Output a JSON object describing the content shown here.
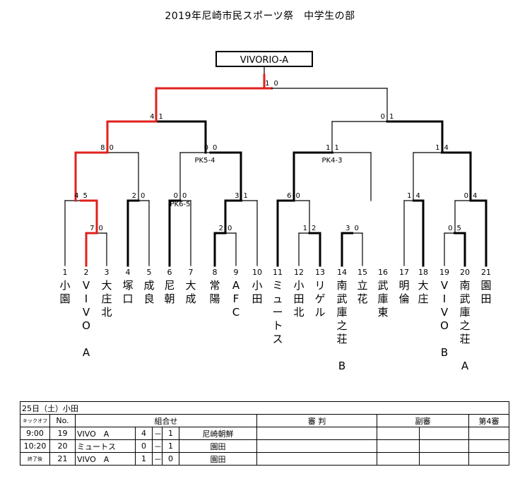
{
  "title": "2019年尼崎市民スポーツ祭　中学生の部",
  "champion": "VIVORIO-A",
  "colors": {
    "winner_path": "#e0201c",
    "line": "#000000",
    "winner_line": "#000000"
  },
  "teams": [
    {
      "no": "1",
      "name": "小園"
    },
    {
      "no": "2",
      "name": "VIVO　A"
    },
    {
      "no": "3",
      "name": "大庄北"
    },
    {
      "no": "4",
      "name": "塚口"
    },
    {
      "no": "5",
      "name": "成良"
    },
    {
      "no": "6",
      "name": "尼朝"
    },
    {
      "no": "7",
      "name": "大成"
    },
    {
      "no": "8",
      "name": "常陽"
    },
    {
      "no": "9",
      "name": "AFC"
    },
    {
      "no": "10",
      "name": "小田"
    },
    {
      "no": "11",
      "name": "ミュートス"
    },
    {
      "no": "12",
      "name": "小田北"
    },
    {
      "no": "13",
      "name": "リゲル"
    },
    {
      "no": "14",
      "name": "南武庫之荘　B"
    },
    {
      "no": "15",
      "name": "立花"
    },
    {
      "no": "16",
      "name": "武庫東"
    },
    {
      "no": "17",
      "name": "明倫"
    },
    {
      "no": "18",
      "name": "大庄"
    },
    {
      "no": "19",
      "name": "VIVO　B"
    },
    {
      "no": "20",
      "name": "南武庫之荘　A"
    },
    {
      "no": "21",
      "name": "園田"
    }
  ],
  "matches": [
    {
      "id": "m2v3",
      "left": "7",
      "right": "0",
      "winner": "left"
    },
    {
      "id": "m1vW",
      "left": "4",
      "right": "5",
      "winner": "right"
    },
    {
      "id": "m4v5",
      "left": "2",
      "right": "0",
      "winner": "left"
    },
    {
      "id": "mQF1",
      "left": "8",
      "right": "0",
      "winner": "left"
    },
    {
      "id": "m6v7",
      "left": "0",
      "right": "0",
      "winner": "left",
      "pk": "PK6-5"
    },
    {
      "id": "m8v9",
      "left": "2",
      "right": "0",
      "winner": "left"
    },
    {
      "id": "mW10",
      "left": "3",
      "right": "1",
      "winner": "left"
    },
    {
      "id": "mQF2",
      "left": "0",
      "right": "0",
      "winner": "right",
      "pk": "PK5-4"
    },
    {
      "id": "mSF1",
      "left": "4",
      "right": "1",
      "winner": "left"
    },
    {
      "id": "m12v13",
      "left": "1",
      "right": "2",
      "winner": "right"
    },
    {
      "id": "m11vW",
      "left": "6",
      "right": "0",
      "winner": "left"
    },
    {
      "id": "m14v15",
      "left": "3",
      "right": "0",
      "winner": "left"
    },
    {
      "id": "mQF3",
      "left": "1",
      "right": "1",
      "winner": "left",
      "pk": "PK4-3"
    },
    {
      "id": "m17v18",
      "left": "1",
      "right": "4",
      "winner": "right"
    },
    {
      "id": "m19v20",
      "left": "0",
      "right": "5",
      "winner": "right"
    },
    {
      "id": "mW21",
      "left": "0",
      "right": "4",
      "winner": "right"
    },
    {
      "id": "mQF4",
      "left": "1",
      "right": "4",
      "winner": "right"
    },
    {
      "id": "mSF2",
      "left": "0",
      "right": "1",
      "winner": "right"
    },
    {
      "id": "mFinal",
      "left": "1",
      "right": "0",
      "winner": "left"
    }
  ],
  "schedule": {
    "header": "25日（土）小田",
    "columns": {
      "kickoff": "キックオフ",
      "no": "No.",
      "pairing": "組合せ",
      "referee": "審 判",
      "assistant": "副審",
      "fourth": "第4審"
    },
    "rows": [
      {
        "time": "9:00",
        "no": "19",
        "team_a": "VIVO　A",
        "score_a": "4",
        "dash": "－",
        "score_b": "1",
        "team_b": "尼崎朝鮮"
      },
      {
        "time": "10:20",
        "no": "20",
        "team_a": "ミュートス",
        "score_a": "0",
        "dash": "－",
        "score_b": "1",
        "team_b": "園田"
      },
      {
        "time": "終了後",
        "no": "21",
        "team_a": "VIVO　A",
        "score_a": "1",
        "dash": "－",
        "score_b": "0",
        "team_b": "園田"
      }
    ]
  }
}
